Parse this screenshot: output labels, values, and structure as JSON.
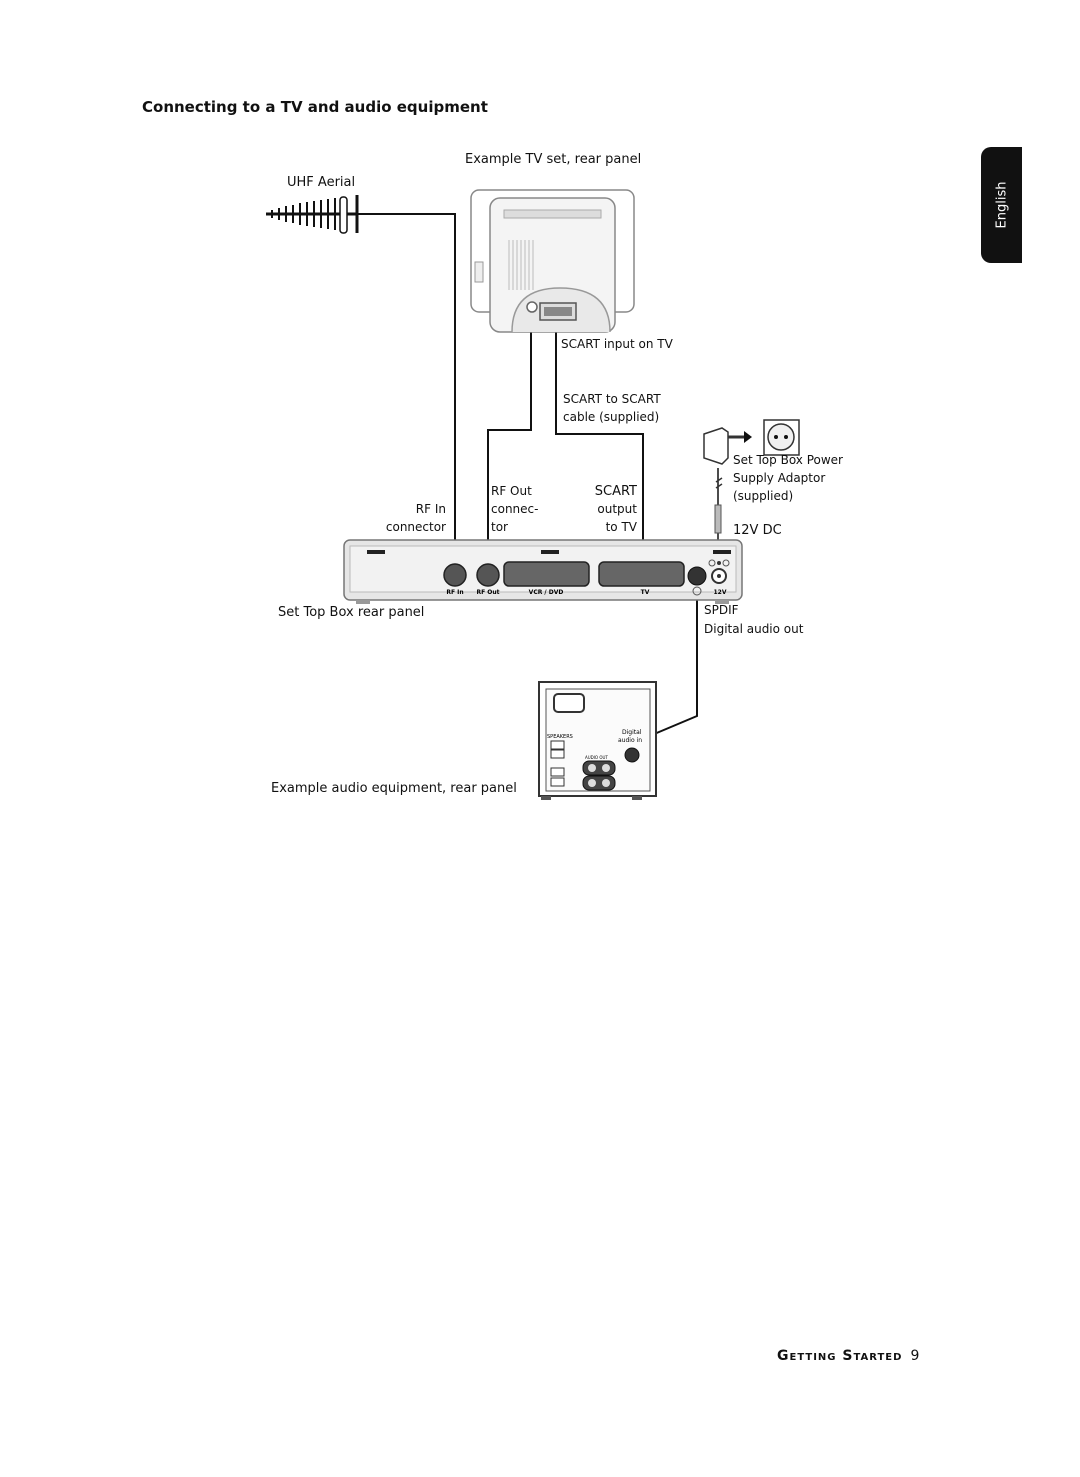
{
  "heading": "Connecting to a TV and audio equipment",
  "language_tab": "English",
  "labels": {
    "tv_panel": "Example TV set, rear panel",
    "uhf_aerial": "UHF Aerial",
    "scart_input": "SCART input on TV",
    "scart_cable_1": "SCART to SCART",
    "scart_cable_2": "cable (supplied)",
    "psu_1": "Set Top Box Power",
    "psu_2": "Supply Adaptor",
    "psu_3": "(supplied)",
    "dc": "12V DC",
    "rf_in_1": "RF In",
    "rf_in_2": "connector",
    "rf_out_1": "RF Out",
    "rf_out_2": "connec-",
    "rf_out_3": "tor",
    "scart_out_1": "SCART",
    "scart_out_2": "output",
    "scart_out_3": "to TV",
    "stb_panel": "Set Top Box rear panel",
    "spdif_1": "SPDIF",
    "spdif_2": "Digital audio out",
    "audio_panel": "Example audio equipment, rear panel"
  },
  "stb_port_labels": {
    "rf_in": "RF In",
    "rf_out": "RF Out",
    "vcr_dvd": "VCR / DVD",
    "tv": "TV",
    "power": "12V"
  },
  "audio_device_labels": {
    "speakers": "SPEAKERS",
    "digital_1": "Digital",
    "digital_2": "audio in",
    "audio_out": "AUDIO OUT"
  },
  "footer": {
    "section": "Getting Started",
    "page": "9"
  }
}
